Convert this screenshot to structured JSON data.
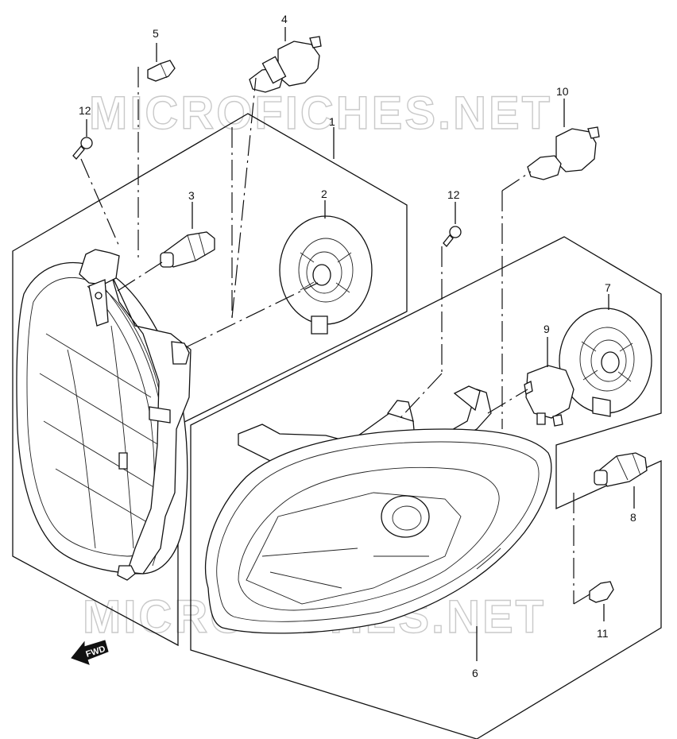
{
  "diagram": {
    "watermarks": [
      "MICROFICHES.NET",
      "MICROFICHES.NET"
    ],
    "fwd_label": "FWD",
    "callouts": [
      {
        "id": "1",
        "label": "1"
      },
      {
        "id": "2",
        "label": "2"
      },
      {
        "id": "3",
        "label": "3"
      },
      {
        "id": "4",
        "label": "4"
      },
      {
        "id": "5",
        "label": "5"
      },
      {
        "id": "6",
        "label": "6"
      },
      {
        "id": "7",
        "label": "7"
      },
      {
        "id": "8",
        "label": "8"
      },
      {
        "id": "9",
        "label": "9"
      },
      {
        "id": "10",
        "label": "10"
      },
      {
        "id": "11",
        "label": "11"
      },
      {
        "id": "12a",
        "label": "12"
      },
      {
        "id": "12b",
        "label": "12"
      }
    ]
  }
}
